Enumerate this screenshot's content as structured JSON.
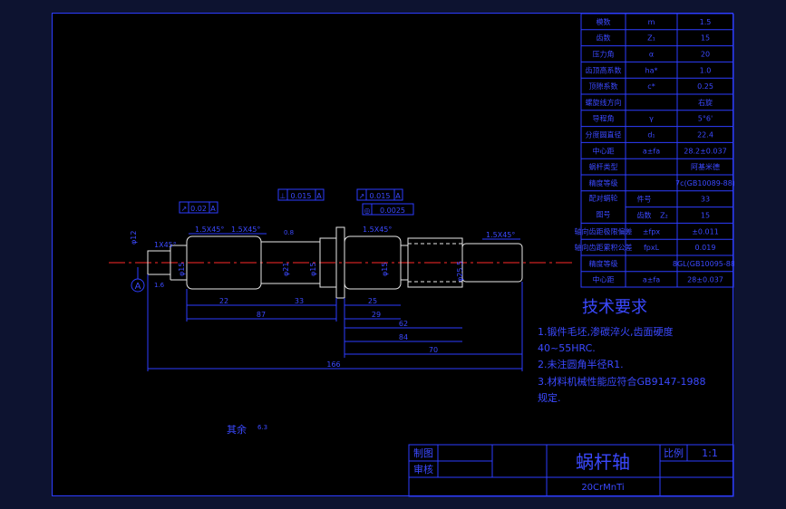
{
  "params_table": [
    {
      "name": "模数",
      "symbol": "m",
      "value": "1.5"
    },
    {
      "name": "齿数",
      "symbol": "Z₁",
      "value": "15"
    },
    {
      "name": "压力角",
      "symbol": "α",
      "value": "20"
    },
    {
      "name": "齿顶高系数",
      "symbol": "ha*",
      "value": "1.0"
    },
    {
      "name": "顶隙系数",
      "symbol": "c*",
      "value": "0.25"
    },
    {
      "name": "螺旋线方向",
      "symbol": "",
      "value": "右旋"
    },
    {
      "name": "导程角",
      "symbol": "γ",
      "value": "5°6'"
    },
    {
      "name": "分度圆直径",
      "symbol": "d₁",
      "value": "22.4"
    },
    {
      "name": "中心距",
      "symbol": "a±fa",
      "value": "28.2±0.037"
    },
    {
      "name": "蜗杆类型",
      "symbol": "",
      "value": "阿基米德"
    },
    {
      "name": "精度等级",
      "symbol": "",
      "value": "7c(GB10089-88)"
    }
  ],
  "mating": {
    "group_label": "配对蜗轮",
    "sub_label": "图号",
    "rows": [
      {
        "name": "件号",
        "symbol": "",
        "value": "33"
      },
      {
        "name": "齿数",
        "symbol": "Z₂",
        "value": "15"
      }
    ]
  },
  "tolerance_rows": [
    {
      "name": "轴向齿距极限偏差",
      "symbol": "±fpx",
      "value": "±0.011"
    },
    {
      "name": "轴向齿距累积公差",
      "symbol": "fpxL",
      "value": "0.019"
    },
    {
      "name": "精度等级",
      "symbol": "",
      "value": "8GL(GB10095-88)"
    },
    {
      "name": "中心距",
      "symbol": "a±fa",
      "value": "28±0.037"
    }
  ],
  "tech_req": {
    "title": "技术要求",
    "items": [
      "1.锻件毛坯,渗碳淬火,齿面硬度",
      "40~55HRC.",
      "2.未注圆角半径R1.",
      "3.材料机械性能应符合GB9147-1988",
      "规定."
    ]
  },
  "title_block": {
    "drawn_label": "制图",
    "checked_label": "审核",
    "part_name": "蜗杆轴",
    "scale_label": "比例",
    "scale_value": "1:1",
    "material": "20CrMnTi"
  },
  "annotations": {
    "roughness_rest": "其余",
    "roughness_value": "6.3",
    "datum_a": "A",
    "gtol_left_sym": "↗",
    "gtol_left_val": "0.02",
    "gtol_mid1_sym": "⊥",
    "gtol_mid1_val": "0.015",
    "gtol_mid2_sym": "↗",
    "gtol_mid2_val": "0.015",
    "gtol_mid3_sym": "◎",
    "gtol_mid3_val": "0.0025",
    "chamfer_1": "1X45°",
    "chamfer_2": "1.5X45°",
    "chamfer_3": "1.5X45°",
    "chamfer_4": "1.5X45°",
    "chamfer_5": "1.5X45°",
    "dim_left_vertical": "φ12",
    "dim_d_a": "φ15",
    "dim_d_b": "φ21",
    "dim_d_c": "φ15",
    "dim_d_worm": "φ25.5",
    "dim_d_e": "φ15",
    "dim_22": "22",
    "dim_33": "33",
    "dim_87": "87",
    "dim_25": "25",
    "dim_29": "29",
    "dim_62": "62",
    "dim_84": "84",
    "dim_70": "70",
    "dim_total": "166",
    "ra_small": "0.8",
    "ra_left": "1.6"
  }
}
